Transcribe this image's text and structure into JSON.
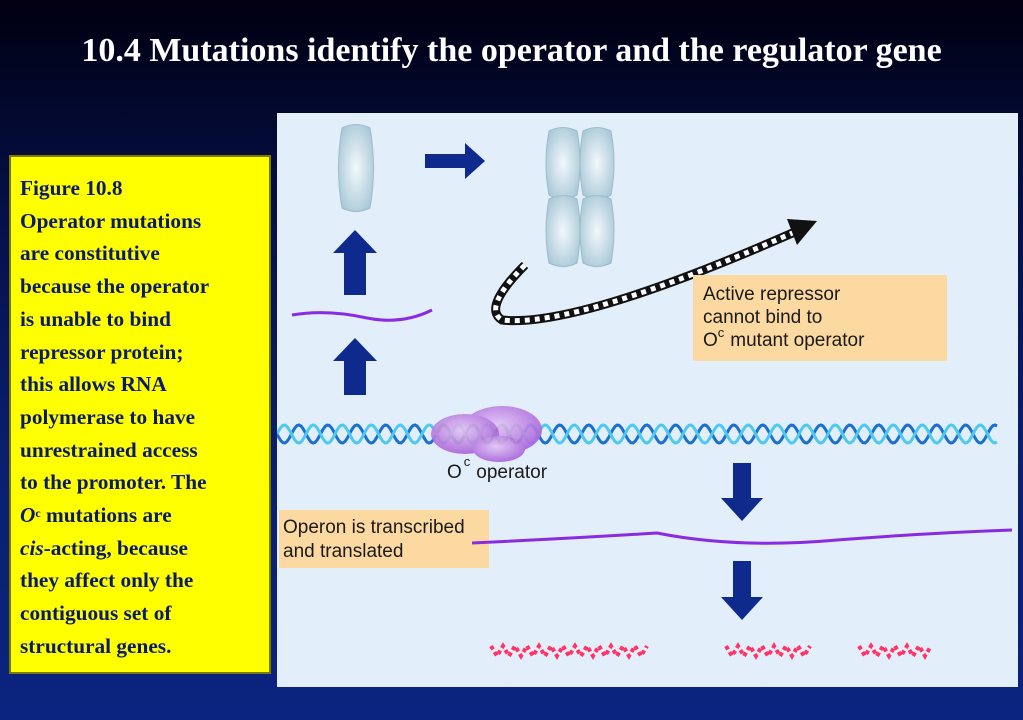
{
  "title": "10.4 Mutations identify the operator and the regulator gene",
  "caption": {
    "figure_label": "Figure 10.8",
    "line1": "Operator mutations",
    "line2": "are constitutive",
    "line3": "because the operator",
    "line4": "is unable to bind",
    "line5": "repressor protein;",
    "line6": "this allows RNA",
    "line7": "polymerase to have",
    "line8": "unrestrained access",
    "line9": "to the promoter. The",
    "o_letter": "O",
    "o_sup": "c",
    "line10_rest": " mutations are",
    "cis_word": "cis",
    "line11_rest": "-acting, because",
    "line12": "they affect only the",
    "line13": "contiguous set of",
    "line14": "structural genes."
  },
  "figure": {
    "repressor_label": {
      "line1": "Active repressor",
      "line2": "cannot bind to",
      "line3_o": "O",
      "line3_sup": "c",
      "line3_rest": "mutant operator"
    },
    "operator_label": {
      "o": "O",
      "sup": "c",
      "text": "operator"
    },
    "operon_label": {
      "line1": "Operon is transcribed",
      "line2": "and translated"
    },
    "colors": {
      "arrow": "#0d2a8c",
      "mrna": "#8a2be2",
      "protein": "#ff3366",
      "polymerase": "#b46ee0",
      "dna_strand_a": "#1b6fd1",
      "dna_strand_b": "#4fc9ee",
      "operator_strand": "#1e9a3a",
      "repressor": "#bcd8e6",
      "label_box": "#fcd9a0"
    }
  }
}
